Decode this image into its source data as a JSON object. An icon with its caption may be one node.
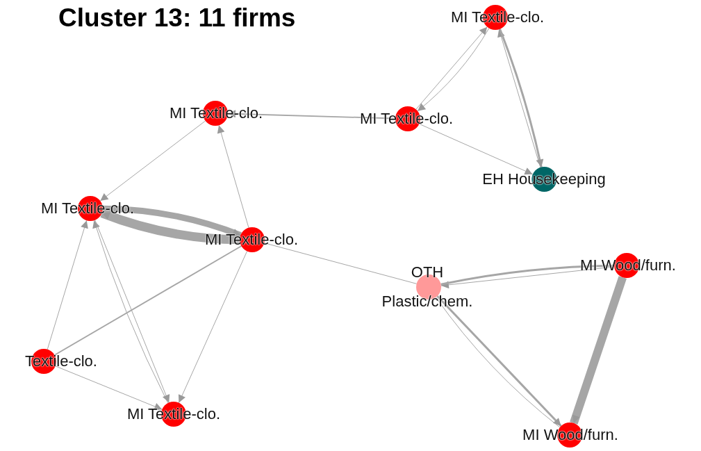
{
  "diagram": {
    "title": "Cluster 13: 11 firms",
    "nodes": [
      {
        "text": [
          "MI Textile-clo."
        ]
      },
      {
        "text": [
          "MI Textile-clo."
        ]
      },
      {
        "text": [
          "MI Textile-clo."
        ]
      },
      {
        "text": [
          "EH Housekeeping"
        ]
      },
      {
        "text": [
          "MI Textile-clo."
        ]
      },
      {
        "text": [
          "MI Textile-clo."
        ]
      },
      {
        "text": [
          "OTH Plastic/chem."
        ]
      },
      {
        "text": [
          "MI Wood/furn."
        ]
      },
      {
        "text": [
          "Textile-clo."
        ]
      },
      {
        "text": [
          "MI Textile-clo."
        ]
      },
      {
        "text": [
          "MI Wood/furn."
        ]
      }
    ],
    "edges": [
      {
        "from": 1,
        "to": 0,
        "arrow": "to"
      },
      {
        "from": 0,
        "to": 1,
        "arrow": "to"
      },
      {
        "from": 3,
        "to": 0,
        "arrow": "to"
      },
      {
        "from": 0,
        "to": 3,
        "arrow": "to",
        "style": "thick"
      },
      {
        "from": 1,
        "to": 2,
        "arrow": "to"
      },
      {
        "from": 1,
        "to": 3,
        "arrow": "to"
      },
      {
        "from": 2,
        "to": 4,
        "arrow": "to"
      },
      {
        "from": 5,
        "to": 2,
        "arrow": "to"
      },
      {
        "from": 5,
        "to": 4,
        "arrow": "to",
        "style": "thick"
      },
      {
        "from": 4,
        "to": 5,
        "arrow": "to",
        "style": "thick"
      },
      {
        "from": 5,
        "to": 6,
        "arrow": "none"
      },
      {
        "from": 8,
        "to": 4,
        "arrow": "to"
      },
      {
        "from": 8,
        "to": 5,
        "arrow": "none"
      },
      {
        "from": 9,
        "to": 4,
        "arrow": "to"
      },
      {
        "from": 4,
        "to": 9,
        "arrow": "to"
      },
      {
        "from": 8,
        "to": 9,
        "arrow": "to"
      },
      {
        "from": 5,
        "to": 9,
        "arrow": "to"
      },
      {
        "from": 7,
        "to": 6,
        "arrow": "to"
      },
      {
        "from": 6,
        "to": 7,
        "arrow": "none",
        "style": "thick"
      },
      {
        "from": 6,
        "to": 10,
        "arrow": "to",
        "style": "thick"
      },
      {
        "from": 10,
        "to": 6,
        "arrow": "none"
      },
      {
        "from": 7,
        "to": 10,
        "arrow": "to",
        "style": "thick"
      }
    ]
  }
}
